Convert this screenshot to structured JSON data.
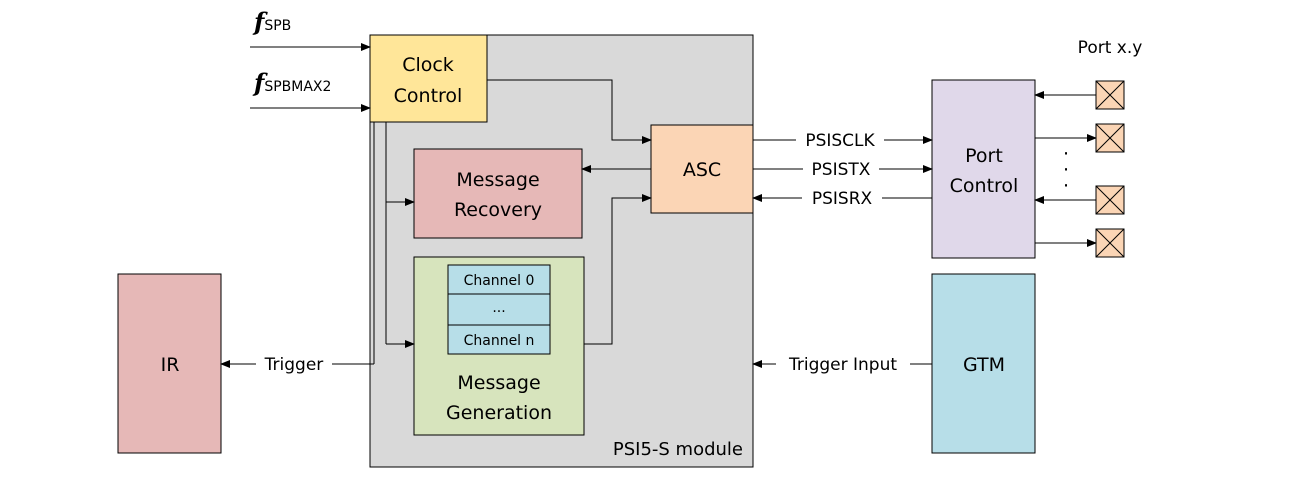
{
  "inputs": {
    "clock1": {
      "symbol": "f",
      "subscript": "SPB"
    },
    "clock2": {
      "symbol": "f",
      "subscript": "SPBMAX2"
    }
  },
  "blocks": {
    "clock_control": {
      "line1": "Clock",
      "line2": "Control",
      "color": "#ffe699"
    },
    "asc": {
      "label": "ASC",
      "color": "#fbd5b5"
    },
    "message_recovery": {
      "line1": "Message",
      "line2": "Recovery",
      "color": "#e6b8b7"
    },
    "message_generation": {
      "line1": "Message",
      "line2": "Generation",
      "color": "#d7e4bd",
      "channels": [
        "Channel 0",
        "...",
        "Channel n"
      ],
      "channel_color": "#b7dee8"
    },
    "module": {
      "label": "PSI5-S module",
      "color": "#d9d9d9"
    },
    "port_control": {
      "line1": "Port",
      "line2": "Control",
      "color": "#e0d8ea"
    },
    "ir": {
      "label": "IR",
      "color": "#e6b8b7"
    },
    "gtm": {
      "label": "GTM",
      "color": "#b7dee8"
    }
  },
  "signals": {
    "psisclk": "PSISCLK",
    "psistx": "PSISTX",
    "psisrx": "PSISRX",
    "trigger": "Trigger",
    "trigger_input": "Trigger Input"
  },
  "ports": {
    "label": "Port x.y",
    "dots": "·",
    "pin_color": "#fbd5b5"
  }
}
